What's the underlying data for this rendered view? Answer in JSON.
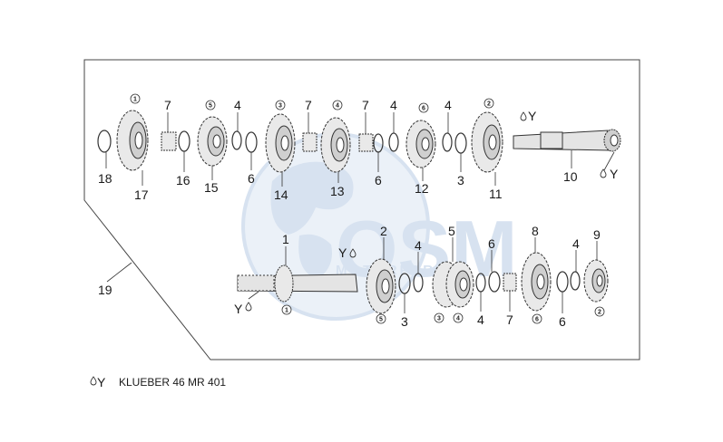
{
  "callouts": {
    "n1": "1",
    "n2": "2",
    "n3": "3",
    "n4": "4",
    "n5": "5",
    "n6": "6",
    "n7": "7",
    "n8": "8",
    "n9": "9",
    "n10": "10",
    "n11": "11",
    "n12": "12",
    "n13": "13",
    "n14": "14",
    "n15": "15",
    "n16": "16",
    "n17": "17",
    "n18": "18",
    "n19": "19"
  },
  "gear_markers": {
    "c1": "1",
    "c2": "2",
    "c3": "3",
    "c4": "4",
    "c5": "5",
    "c6": "6"
  },
  "lubricant_symbol": "Y",
  "legend": {
    "symbol": "Y",
    "text": "KLUEBER 46 MR 401"
  },
  "watermark": {
    "logo": "OSM",
    "sub": "MOTORPARTS"
  },
  "colors": {
    "line": "#333333",
    "watermark": "#b8cce4"
  }
}
